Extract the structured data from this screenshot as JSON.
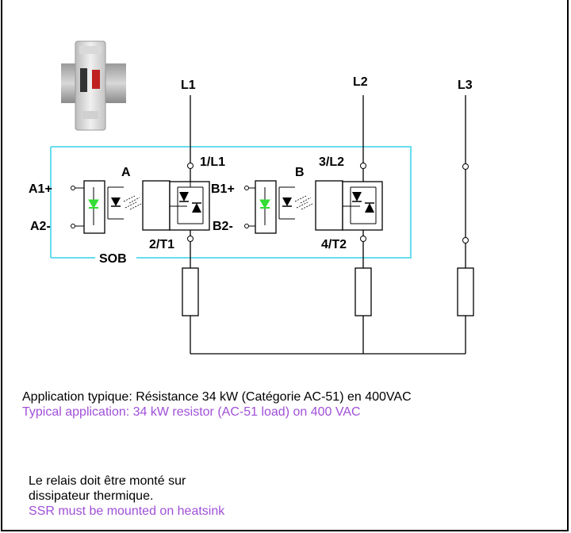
{
  "diagram": {
    "phases": [
      "L1",
      "L2",
      "L3"
    ],
    "relay_a": {
      "name": "A",
      "in_plus": "A1+",
      "in_minus": "A2-",
      "line_terminal": "1/L1",
      "load_terminal": "2/T1"
    },
    "relay_b": {
      "name": "B",
      "in_plus": "B1+",
      "in_minus": "B2-",
      "line_terminal": "3/L2",
      "load_terminal": "4/T2"
    },
    "module_label": "SOB",
    "colors": {
      "module_outline": "#66ddee",
      "led": "#33dd33",
      "english_text": "#a050d8"
    }
  },
  "notes": {
    "application_fr": "Application typique: Résistance 34 kW (Catégorie AC-51) en 400VAC",
    "application_en": "Typical application: 34 kW resistor (AC-51 load) on 400 VAC",
    "mounting_fr_line1": "Le relais doit être monté sur",
    "mounting_fr_line2": "dissipateur thermique.",
    "mounting_en": "SSR must be mounted on heatsink"
  }
}
